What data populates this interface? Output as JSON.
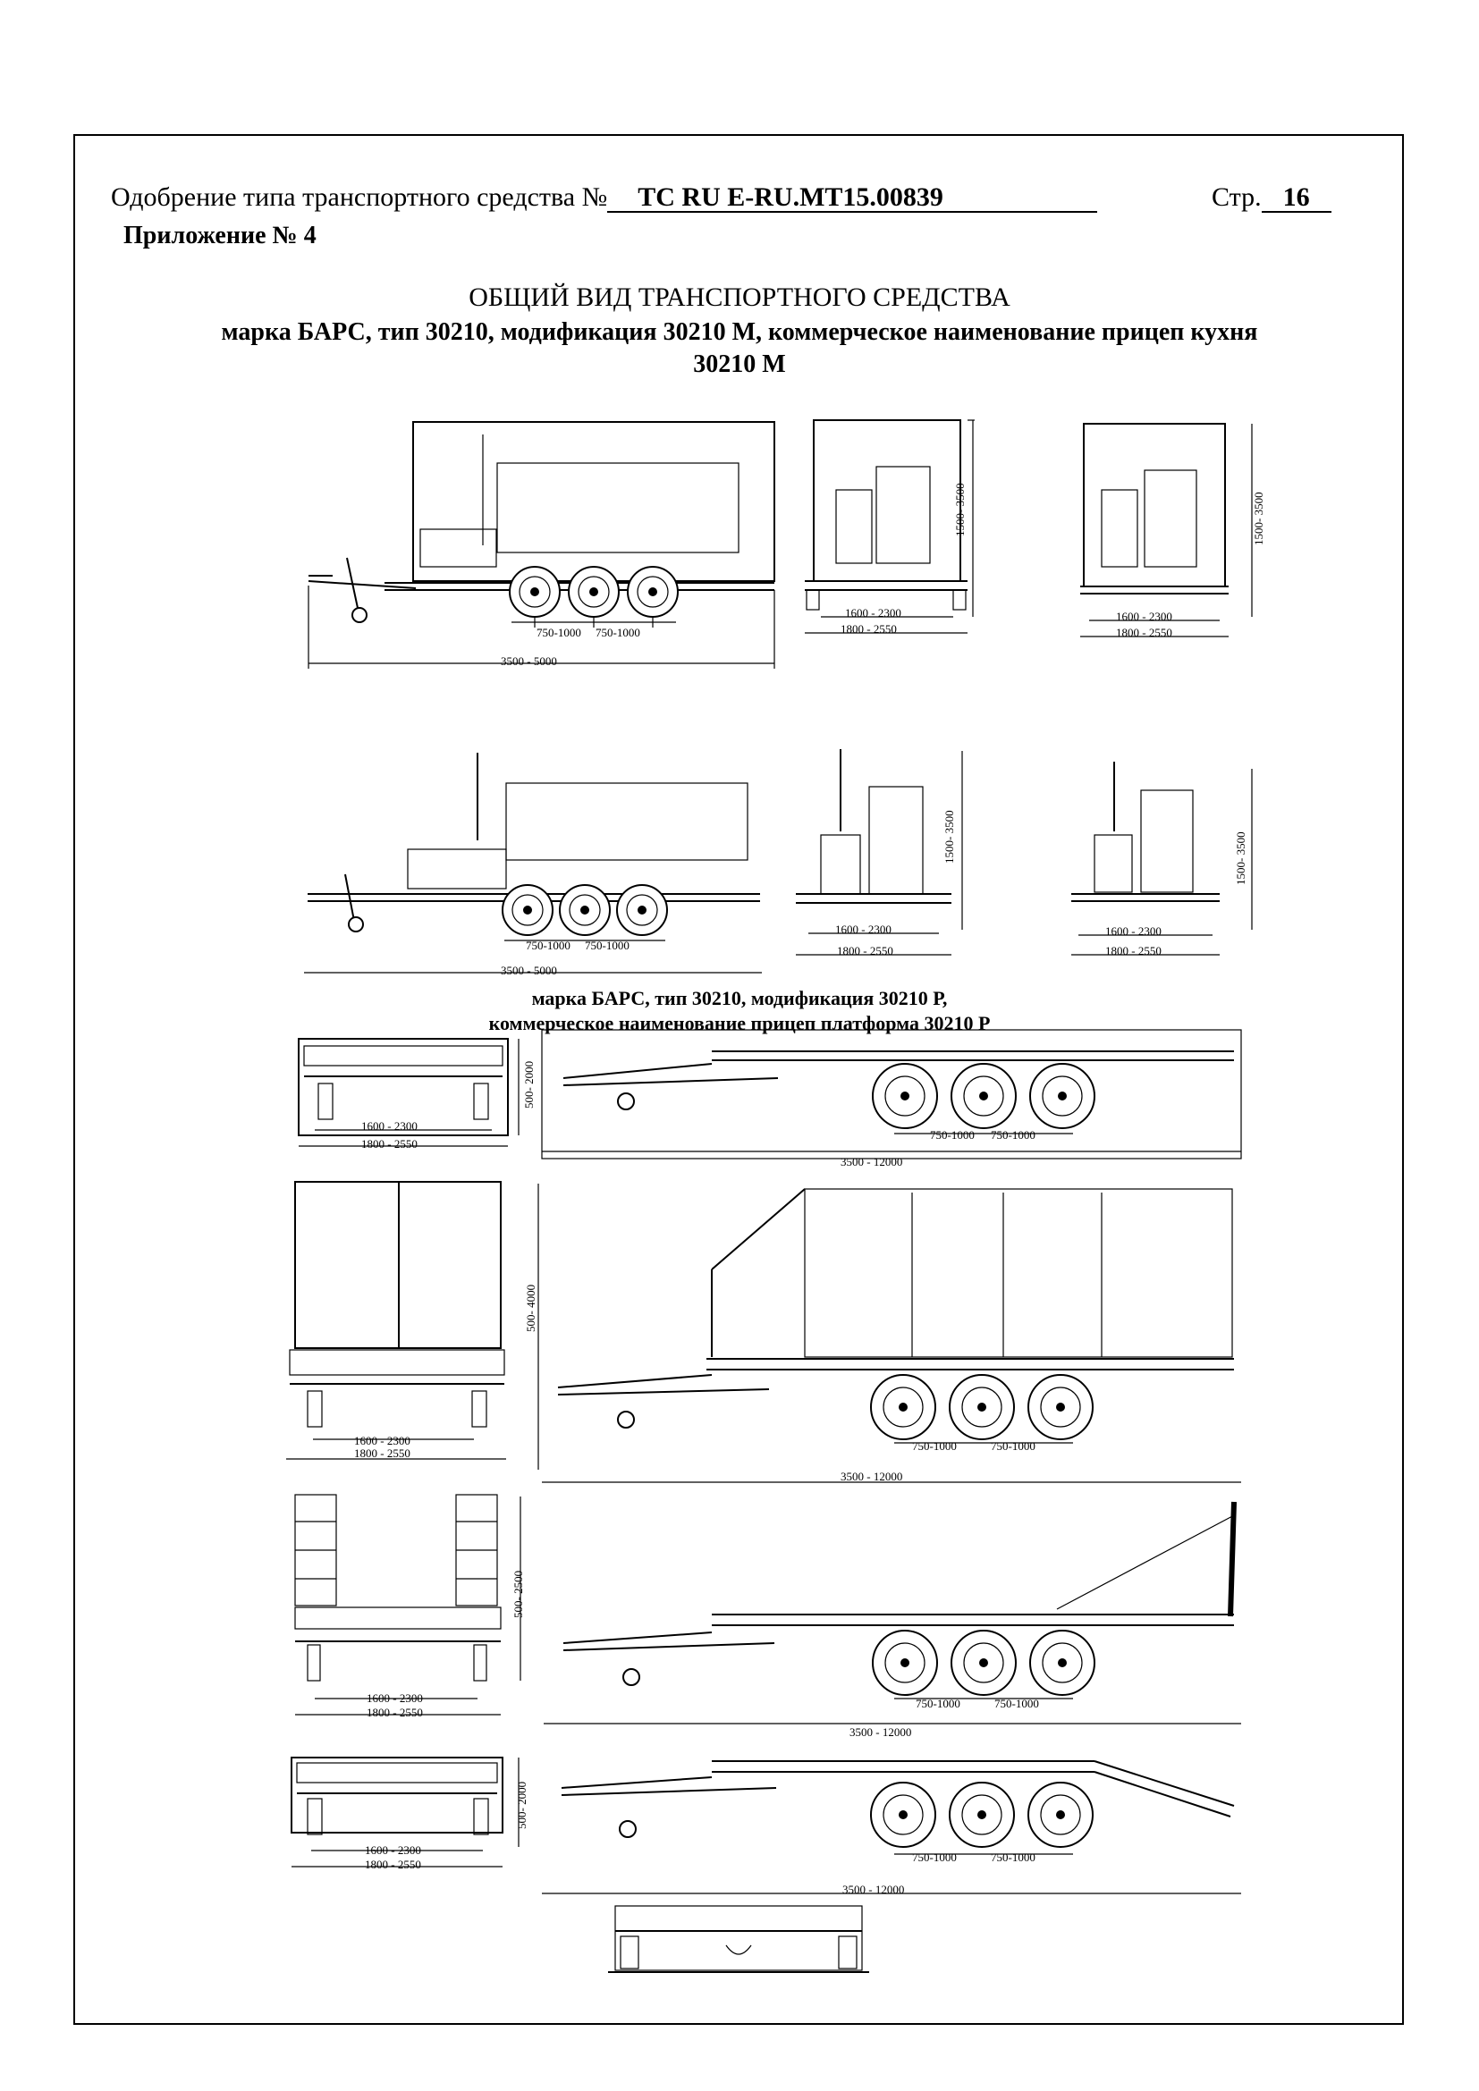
{
  "header": {
    "approval_label": "Одобрение типа транспортного средства №",
    "approval_number": "ТС RU E-RU.MT15.00839",
    "page_label": "Стр.",
    "page_number": "16",
    "annex": "Приложение № 4"
  },
  "title": {
    "line1": "ОБЩИЙ ВИД ТРАНСПОРТНОГО СРЕДСТВА",
    "line2": "марка БАРС, тип 30210, модификация 30210 М, коммерческое наименование прицеп кухня",
    "line3": "30210 М"
  },
  "subtitle": {
    "line1": "марка БАРС, тип 30210, модификация 30210 Р,",
    "line2": "коммерческое наименование прицеп платформа 30210 Р"
  },
  "dims": {
    "axle_spacing": "750-1000",
    "length_kitchen": "3500 - 5000",
    "length_platform": "3500 - 12000",
    "track": "1600 - 2300",
    "width": "1800 - 2550",
    "height_kitchen": "1500- 3500",
    "height_platform": "500- 2000",
    "height_tent": "500- 4000",
    "height_sides": "500- 2500"
  }
}
